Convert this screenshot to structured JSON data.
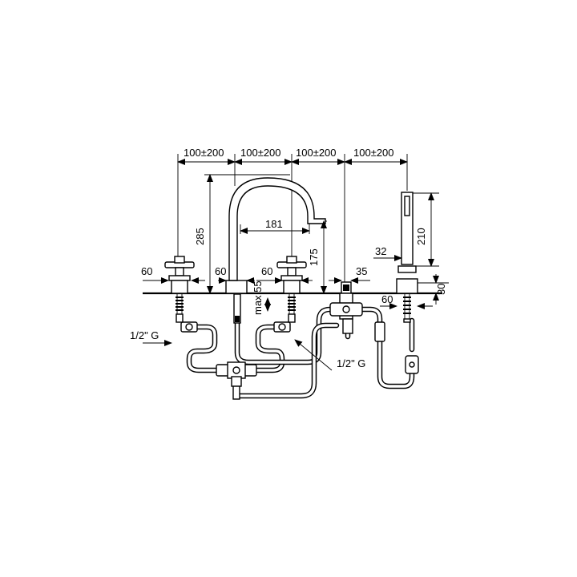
{
  "dimensions": {
    "spacing_1": "100±200",
    "spacing_2": "100±200",
    "spacing_3": "100±200",
    "spacing_4": "100±200",
    "spout_height": "285",
    "spout_reach": "181",
    "spout_outlet_height": "175",
    "handshower_length": "210",
    "handshower_diameter": "32",
    "left_handle_width": "60",
    "spout_base_width": "60",
    "right_handle_width": "60",
    "diverter_width": "35",
    "handshower_holder_width": "60",
    "holder_height": "30",
    "deck_thickness": "max 55",
    "inlet_left": "1/2\" G",
    "inlet_right": "1/2\" G"
  }
}
